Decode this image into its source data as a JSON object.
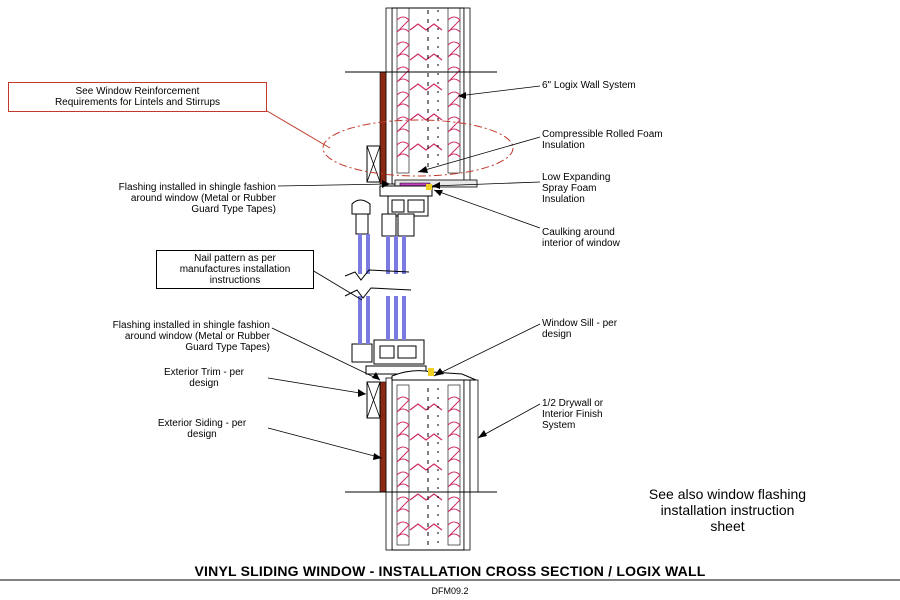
{
  "labels": {
    "reinforcement": "See Window Reinforcement\nRequirements for Lintels and Stirrups",
    "wall_system": "6\" Logix Wall System",
    "foam": "Compressible Rolled Foam\nInsulation",
    "spray_foam": "Low Expanding\nSpray Foam\nInsulation",
    "caulking": "Caulking around\ninterior of window",
    "flashing_top": "Flashing installed in shingle fashion\naround window (Metal or Rubber\nGuard Type Tapes)",
    "nail_pattern": "Nail pattern as per\nmanufactures installation\ninstructions",
    "flashing_bottom": "Flashing installed in shingle fashion\naround window (Metal or Rubber\nGuard Type Tapes)",
    "window_sill": "Window Sill - per\ndesign",
    "exterior_trim": "Exterior Trim - per\ndesign",
    "drywall": "1/2 Drywall or\nInterior Finish\nSystem",
    "exterior_siding": "Exterior Siding - per\ndesign",
    "see_also": "See also window flashing\ninstallation instruction\nsheet"
  },
  "title": "VINYL SLIDING WINDOW  - INSTALLATION CROSS SECTION / LOGIX WALL",
  "drawing_code": "DFM09.2",
  "colors": {
    "siding": "#8b2a14",
    "insulation": "#cc2a66",
    "foam_magenta": "#c040c0",
    "glass": "#7a7ae0",
    "reinforcement_callout": "#c0392b",
    "caulk": "#f0d020"
  }
}
